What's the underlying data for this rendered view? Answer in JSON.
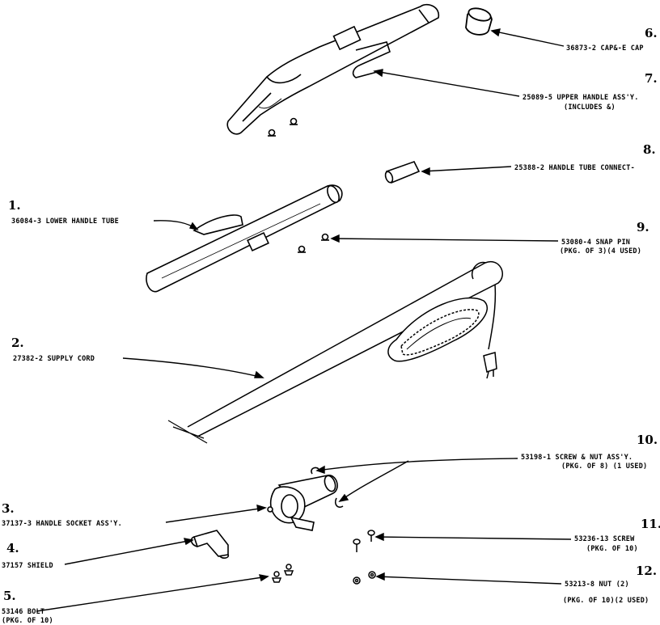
{
  "parts": [
    {
      "num": "1.",
      "lines": [
        "36084-3 LOWER HANDLE TUBE"
      ]
    },
    {
      "num": "2.",
      "lines": [
        "27382-2 SUPPLY CORD"
      ]
    },
    {
      "num": "3.",
      "lines": [
        "37137-3   HANDLE SOCKET ASS'Y."
      ]
    },
    {
      "num": "4.",
      "lines": [
        "37157 SHIELD"
      ]
    },
    {
      "num": "5.",
      "lines": [
        "53146 BOLT",
        "(PKG. OF 10)"
      ]
    },
    {
      "num": "6.",
      "lines": [
        "36873-2 CAP&-E CAP"
      ]
    },
    {
      "num": "7.",
      "lines": [
        "25089-5 UPPER HANDLE ASS'Y.",
        "(INCLUDES &)"
      ]
    },
    {
      "num": "8.",
      "lines": [
        "25388-2 HANDLE TUBE CONNECT-"
      ]
    },
    {
      "num": "9.",
      "lines": [
        "53080-4 SNAP PIN",
        "(PKG. OF 3)(4 USED)"
      ]
    },
    {
      "num": "10.",
      "lines": [
        "53198-1 SCREW & NUT ASS'Y.",
        "(PKG. OF 8) (1 USED)"
      ]
    },
    {
      "num": "11.",
      "lines": [
        "53236-13 SCREW",
        "(PKG. OF 10)"
      ]
    },
    {
      "num": "12.",
      "lines": [
        "53213-8      NUT (2)",
        "(PKG. OF 10)(2 USED)"
      ]
    }
  ]
}
